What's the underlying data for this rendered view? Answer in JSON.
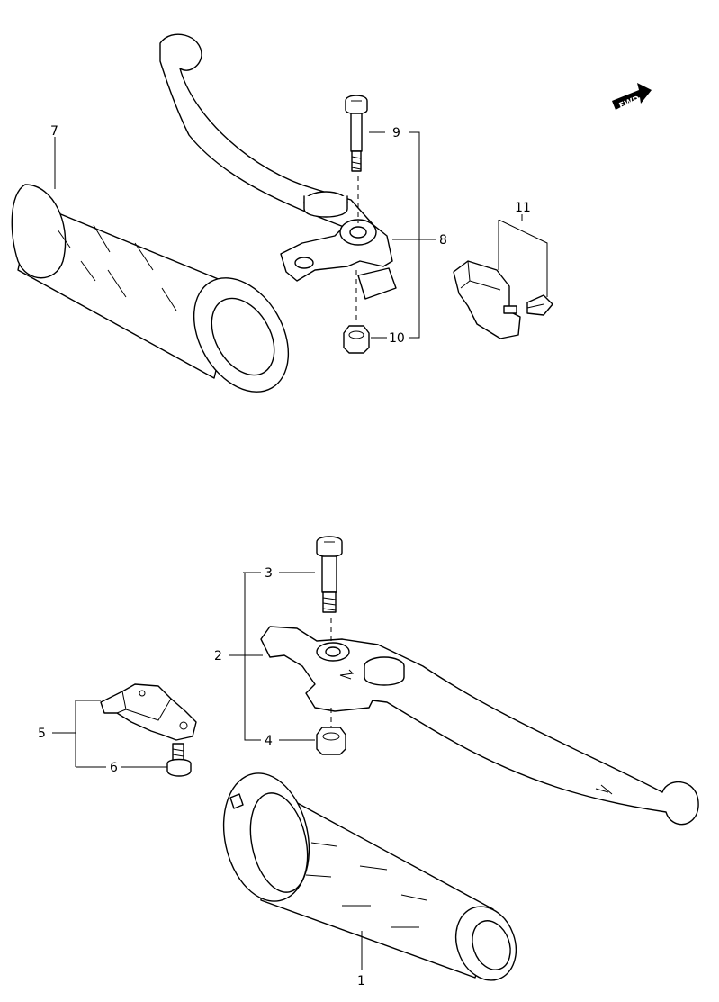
{
  "callouts": {
    "c1": "1",
    "c2": "2",
    "c3": "3",
    "c4": "4",
    "c5": "5",
    "c6": "6",
    "c7": "7",
    "c8": "8",
    "c9": "9",
    "c10": "10",
    "c11": "11"
  },
  "direction_badge": "FWD",
  "colors": {
    "line": "#000000",
    "background": "#ffffff"
  }
}
